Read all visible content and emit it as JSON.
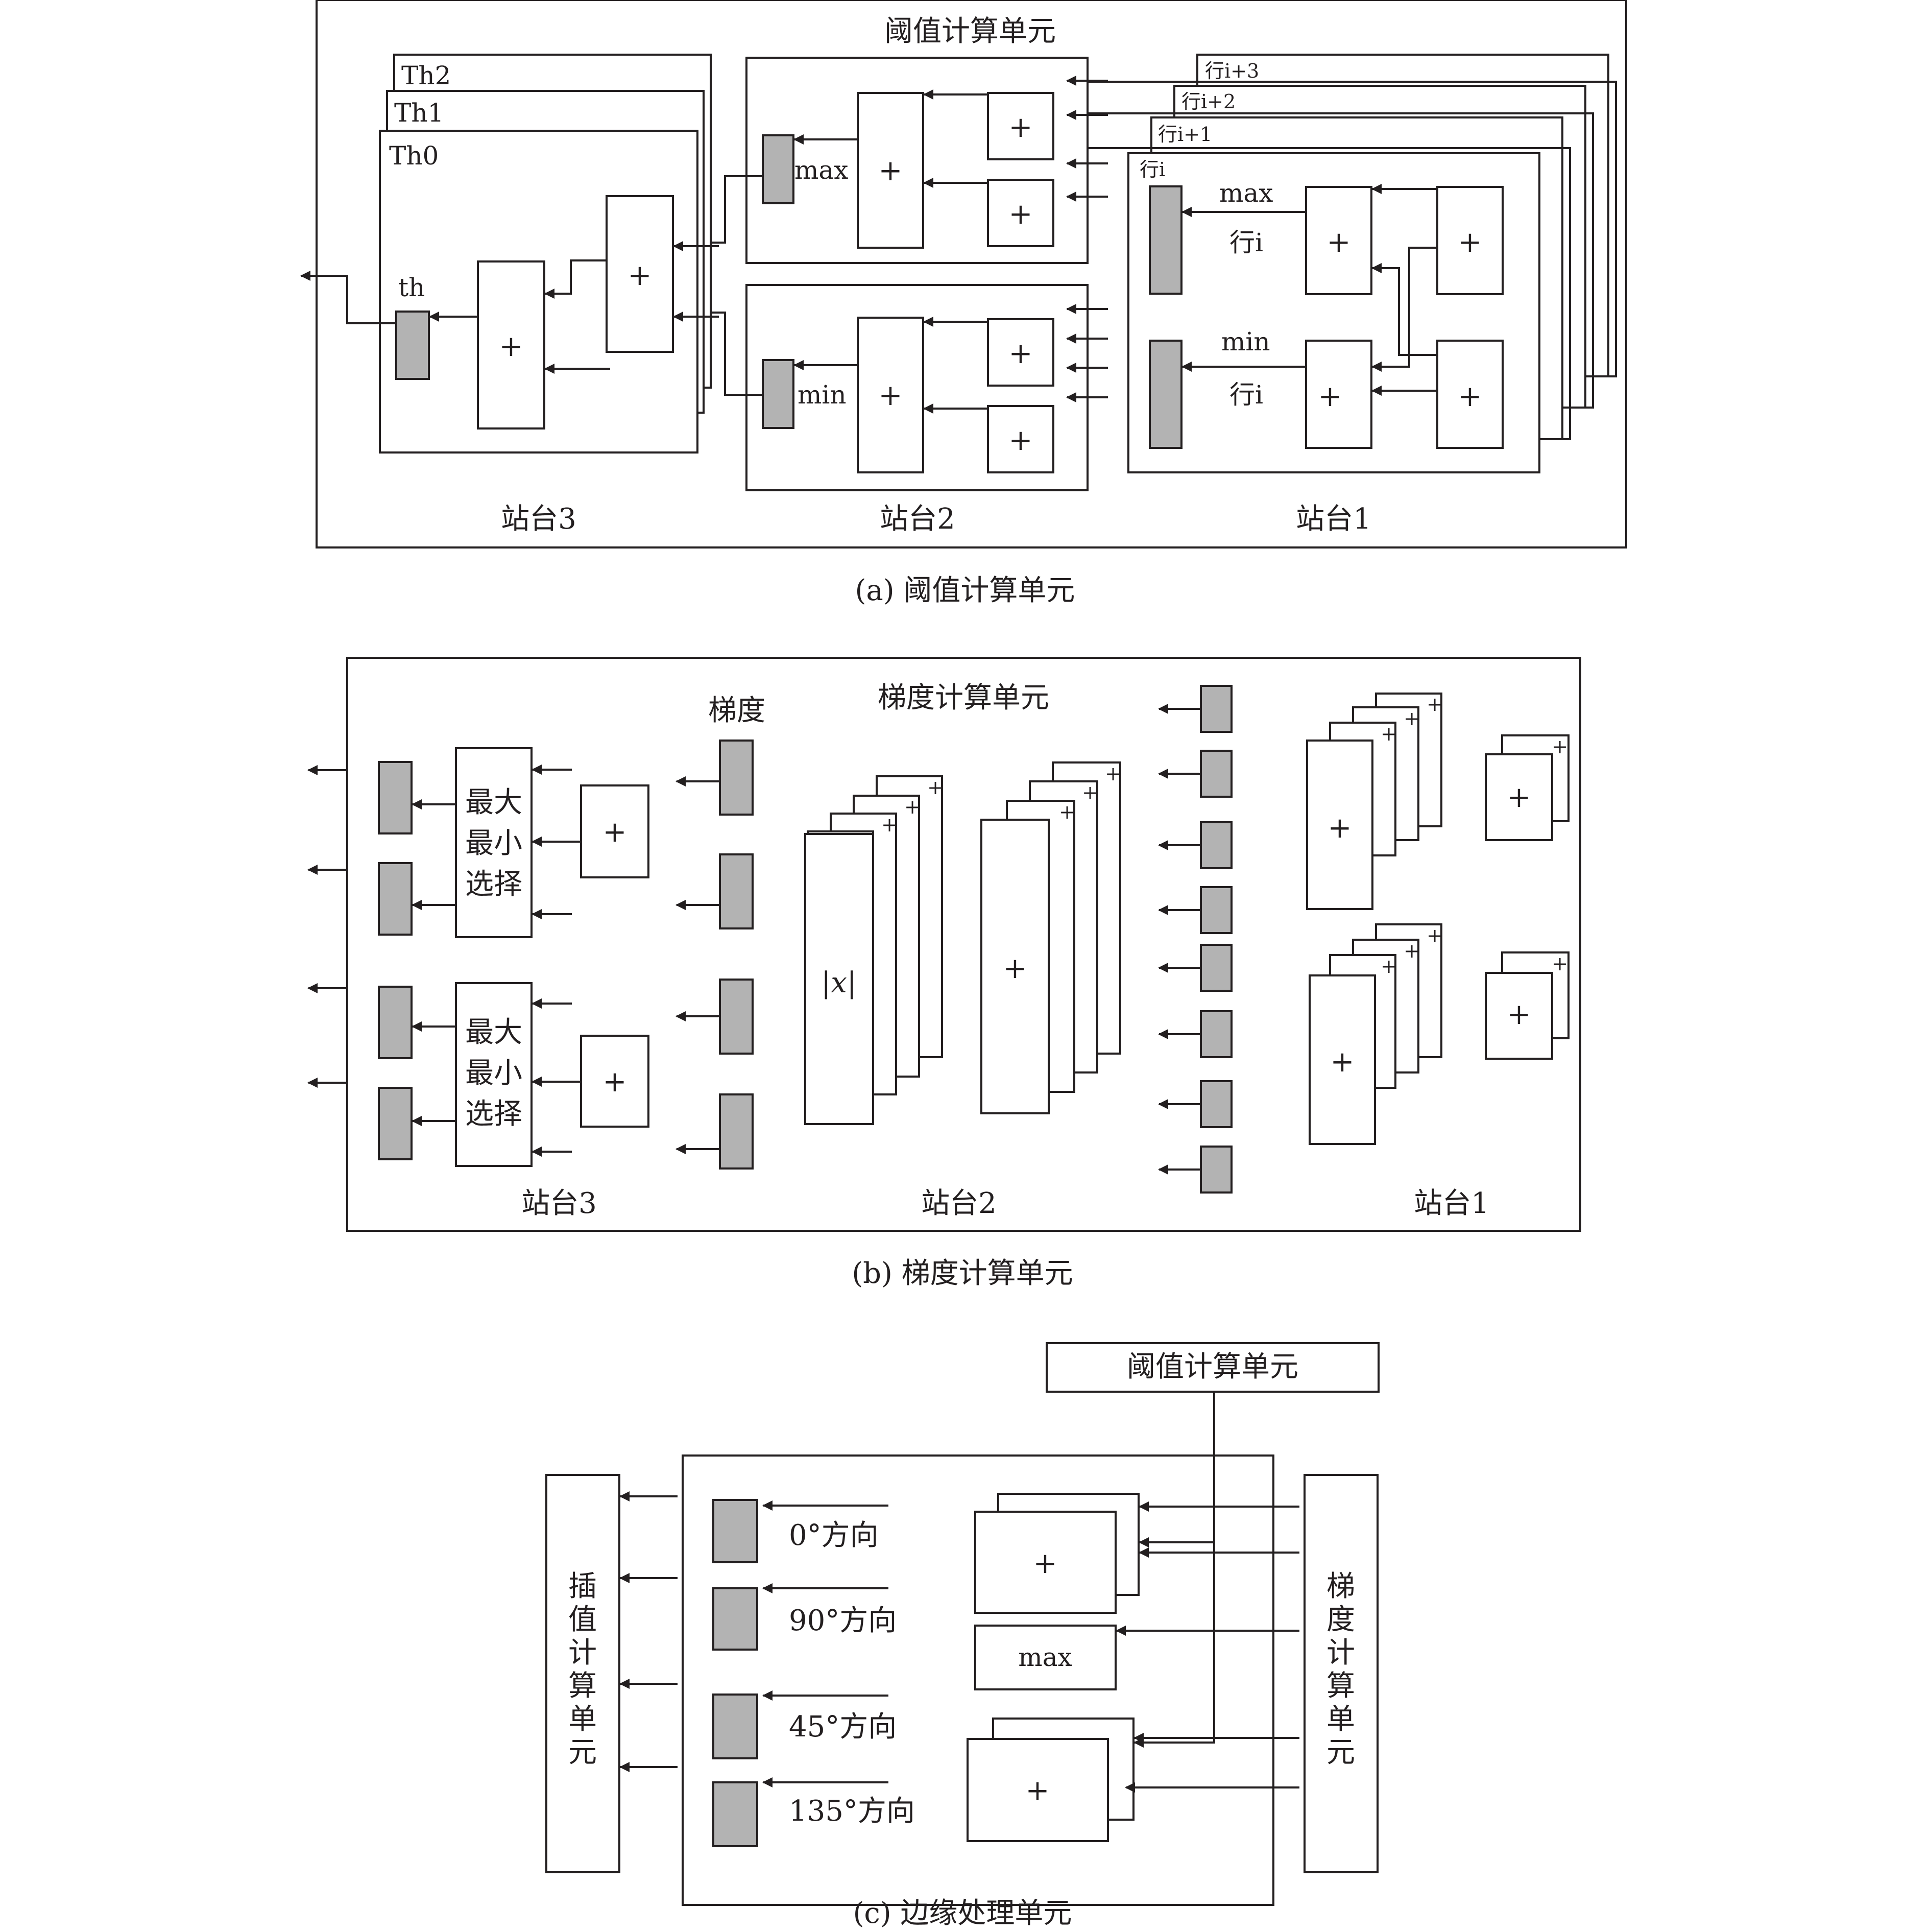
{
  "colors": {
    "ink": "#231f20",
    "register_fill": "#b3b3b3",
    "background": "#ffffff"
  },
  "panel_a": {
    "title": "阈值计算单元",
    "th_layers": [
      "Th2",
      "Th1",
      "Th0"
    ],
    "th_label": "th",
    "max_label": "max",
    "min_label": "min",
    "row_labels": [
      "行i+3",
      "行i+2",
      "行i+1",
      "行i"
    ],
    "row_label_inner": "行i",
    "stages": [
      "站台3",
      "站台2",
      "站台1"
    ],
    "caption": "(a) 阈值计算单元"
  },
  "panel_b": {
    "title": "梯度计算单元",
    "gradient_label": "梯度",
    "maxmin_select": [
      "最大",
      "最小",
      "选择"
    ],
    "abs_label": "|x|",
    "stages": [
      "站台3",
      "站台2",
      "站台1"
    ],
    "caption": "(b) 梯度计算单元"
  },
  "panel_c": {
    "threshold_unit": "阈值计算单元",
    "interp_unit_chars": [
      "插",
      "值",
      "计",
      "算",
      "单",
      "元"
    ],
    "gradient_unit_chars": [
      "梯",
      "度",
      "计",
      "算",
      "单",
      "元"
    ],
    "directions": [
      "0°方向",
      "90°方向",
      "45°方向",
      "135°方向"
    ],
    "max_label": "max",
    "caption": "(c) 边缘处理单元"
  },
  "symbols": {
    "adder": "+"
  }
}
